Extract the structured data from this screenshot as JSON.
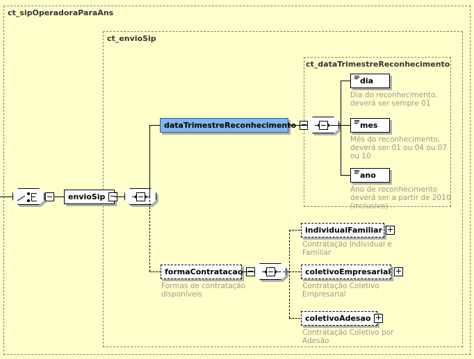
{
  "diagram": {
    "title": "XML Schema diagram",
    "background_color": "#ffffcc",
    "groups": [
      {
        "name": "ct_sipOperadoraParaAns",
        "label": "ct_sipOperadoraParaAns"
      },
      {
        "name": "ct_envioSip",
        "label": "ct_envioSip"
      },
      {
        "name": "ct_dataTrimestreReconhecimento",
        "label": "ct_dataTrimestreReconhecimento"
      }
    ],
    "nodes": {
      "root_element": {
        "label": "envioSip",
        "icon": "model-group-icon",
        "expander": "minus"
      },
      "data_trimestre": {
        "label": "dataTrimestreReconhecimento",
        "expander": "minus",
        "highlight_color": "#82b5e8"
      },
      "dia": {
        "label": "dia",
        "icon": "text-lines-icon"
      },
      "mes": {
        "label": "mes",
        "icon": "text-lines-icon"
      },
      "ano": {
        "label": "ano",
        "icon": "text-lines-icon"
      },
      "forma_contratacao": {
        "label": "formaContratacao",
        "expander": "minus",
        "optional": true
      },
      "individual_familiar": {
        "label": "individualFamiliar",
        "expander": "plus",
        "optional": true
      },
      "coletivo_empresarial": {
        "label": "coletivoEmpresarial",
        "expander": "plus",
        "optional": true
      },
      "coletivo_adesao": {
        "label": "coletivoAdesao",
        "expander": "plus",
        "optional": true
      }
    },
    "compositors": [
      {
        "name": "sequence-root",
        "type": "sequence"
      },
      {
        "name": "sequence-data-trimestre",
        "type": "sequence"
      },
      {
        "name": "sequence-forma-contratacao",
        "type": "sequence"
      }
    ],
    "annotations": {
      "dia": "Dia do reconhecimento,\ndeverá ser sempre 01",
      "mes": "Mês do reconhecimento,\ndeverá ser 01 ou 04 ou 07\nou 10",
      "ano": "Ano de reconhecimento\ndeverá ser a partir de 2010\n(inclusive)",
      "forma_contratacao": "Formas de contratação\ndisponíveis",
      "individual_familiar": "Contratação Individual e\nFamiliar",
      "coletivo_empresarial": "Contratação Coletivo\nEmpresarial",
      "coletivo_adesao": "Contratação Coletivo por\nAdesão"
    }
  }
}
